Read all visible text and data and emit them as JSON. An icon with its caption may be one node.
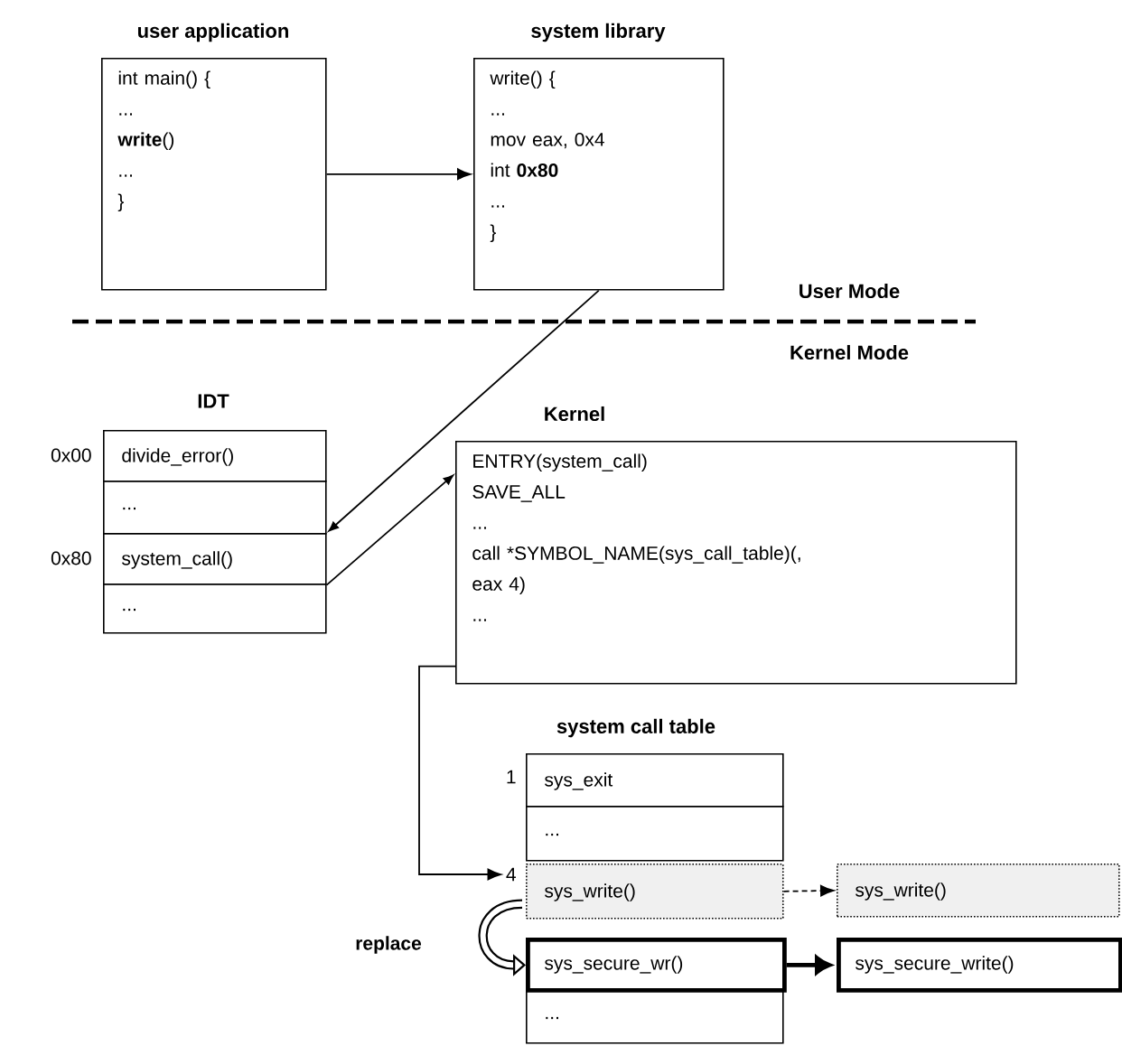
{
  "diagram": {
    "nodes": [
      {
        "text": [
          "user application",
          "int main() {",
          "...",
          "**write**()",
          "...",
          "}"
        ]
      },
      {
        "text": [
          "system library",
          "write() {",
          "...",
          "mov eax, 0x4",
          "int **0x80**",
          "...",
          "}"
        ]
      },
      {
        "text": [
          "divide_error()"
        ],
        "beside": [
          "0x00"
        ]
      },
      {
        "text": [
          "..."
        ]
      },
      {
        "text": [
          "system_call()"
        ],
        "beside": [
          "0x80"
        ]
      },
      {
        "text": [
          "..."
        ]
      },
      {
        "text": [
          "Kernel",
          "ENTRY(system_call)",
          "SAVE_ALL",
          "...",
          "call *SYMBOL_NAME(sys_call_table)(, eax 4)",
          "..."
        ]
      },
      {
        "text": [
          "sys_exit"
        ],
        "beside": [
          "1"
        ]
      },
      {
        "text": [
          "..."
        ]
      },
      {
        "text": [
          "sys_write()"
        ],
        "beside": [
          "4"
        ]
      },
      {
        "text": [
          "sys_secure_wr()"
        ]
      },
      {
        "text": [
          "..."
        ]
      },
      {
        "text": [
          "sys_write()"
        ]
      },
      {
        "text": [
          "sys_secure_write()"
        ]
      }
    ],
    "edges": [
      {
        "from": 0,
        "to": 1,
        "arrow": "to"
      },
      {
        "from": 1,
        "to": 4,
        "arrow": "to"
      },
      {
        "from": 4,
        "to": 6,
        "arrow": "to"
      },
      {
        "from": 6,
        "to": 9,
        "arrow": "to"
      },
      {
        "from": 9,
        "to": 12,
        "arrow": "to",
        "style": "dashed"
      },
      {
        "from": 10,
        "to": 13,
        "arrow": "to",
        "style": "thick"
      },
      {
        "from": 9,
        "to": 10,
        "arrow": "to",
        "style": "thick",
        "label": "replace"
      }
    ],
    "labels": [
      "User Mode",
      "Kernel Mode",
      "IDT",
      "system call table"
    ]
  }
}
